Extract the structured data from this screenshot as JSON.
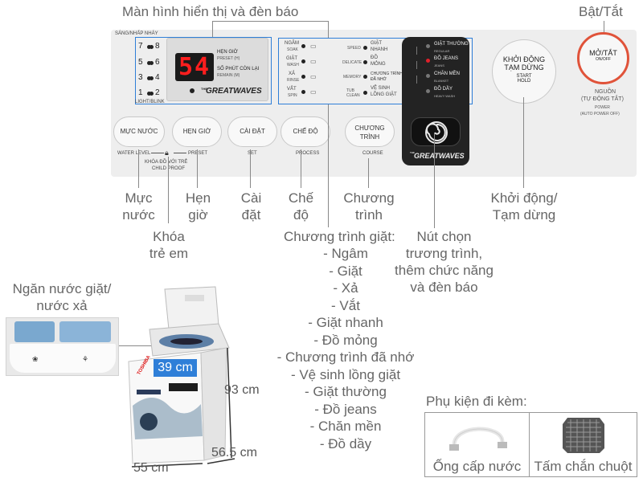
{
  "callouts": {
    "display_lights": "Màn hình hiển thị và đèn báo",
    "power": "Bật/Tắt",
    "water_level": [
      "Mực",
      "nước"
    ],
    "child_lock": [
      "Khóa",
      "trẻ em"
    ],
    "preset": [
      "Hẹn",
      "giờ"
    ],
    "setting": [
      "Cài",
      "đặt"
    ],
    "process": [
      "Chế",
      "độ"
    ],
    "course": [
      "Chương",
      "trình"
    ],
    "start_pause": [
      "Khởi động/",
      "Tạm dừng"
    ],
    "selector_knob": [
      "Nút chọn",
      "trương trình,",
      "thêm chức năng",
      "và đèn báo"
    ],
    "programs_title": "Chương trình giặt:",
    "programs": [
      "- Ngâm",
      "- Giặt",
      "- Xả",
      "- Vắt",
      "- Giặt nhanh",
      "- Đồ mỏng",
      "- Chương trình đã nhớ",
      "- Vệ sinh lồng giặt",
      "- Giặt thường",
      "- Đồ jeans",
      "- Chăn mền",
      "- Đồ dầy"
    ],
    "detergent_drawer": [
      "Ngăn nước giặt/",
      "nước xả"
    ],
    "accessories_title": "Phụ kiện đi kèm:"
  },
  "panel": {
    "level_header": "SÁNG/NHẤP NHÁY",
    "level_footer": "LIGHT/BLINK",
    "level_numbers": [
      [
        "7",
        "8"
      ],
      [
        "5",
        "6"
      ],
      [
        "3",
        "4"
      ],
      [
        "1",
        "2"
      ]
    ],
    "display_value": "54",
    "display_preset": "HẸN GIỜ",
    "display_preset_sub": "PRESET (H)",
    "display_remain": "SỐ PHÚT CÒN LẠI",
    "display_remain_sub": "REMAIN (M)",
    "logo_the": "THE",
    "logo": "GREATWAVES",
    "prog_left": [
      {
        "vi": "NGÂM",
        "en": "SOAK"
      },
      {
        "vi": "GIẶT",
        "en": "WASH"
      },
      {
        "vi": "XẢ",
        "en": "RINSE"
      },
      {
        "vi": "VẮT",
        "en": "SPIN"
      }
    ],
    "prog_right": [
      {
        "en": "SPEED",
        "vi": [
          "GIẶT",
          "NHANH"
        ]
      },
      {
        "en": "DELICATE",
        "vi": [
          "ĐỒ",
          "MỎNG"
        ]
      },
      {
        "en": "MEMORY",
        "vi": [
          "CHƯƠNG TRÌNH",
          "ĐÃ NHỚ"
        ]
      },
      {
        "en": "TUB CLEAN",
        "vi": [
          "VỆ SINH",
          "LỒNG GIẶT"
        ]
      }
    ],
    "dark_items": [
      {
        "vi": "GIẶT THƯỜNG",
        "en": "REGULAR"
      },
      {
        "vi": "ĐỒ JEANS",
        "en": "JEANS"
      },
      {
        "vi": "CHĂN MỀN",
        "en": "BLANKET"
      },
      {
        "vi": "ĐỒ DẦY",
        "en": "HEAVY WASH"
      }
    ],
    "buttons": {
      "water_level": "MỰC NƯỚC",
      "preset": "HẸN GIỜ",
      "setting": "CÀI ĐẶT",
      "process": "CHẾ ĐỘ",
      "course_1": "CHƯƠNG",
      "course_2": "TRÌNH"
    },
    "button_subs": {
      "water_level": "WATER LEVEL",
      "preset": "PRESET",
      "setting": "SET",
      "process": "PROCESS",
      "course": "COURSE",
      "child_lock_vi": "KHÓA ĐỒ VỚI TRẺ",
      "child_lock_en": "CHILD PROOF"
    },
    "start_btn": {
      "l1": "KHỞI ĐỘNG",
      "l2": "TẠM DỪNG",
      "l3": "START",
      "l4": "HOLD"
    },
    "power_btn": {
      "l1": "MỞ/TẮT",
      "l2": "ON/OFF"
    },
    "power_notes": [
      "NGUỒN",
      "(TỰ ĐỘNG TẮT)",
      "POWER",
      "(AUTO POWER OFF)"
    ]
  },
  "machine": {
    "brand": "TOSHIBA",
    "depth": "39 cm",
    "height": "93 cm",
    "width": "55 cm",
    "depth2": "56.5 cm"
  },
  "accessories": [
    {
      "label": "Ống cấp nước",
      "icon": "hose-icon"
    },
    {
      "label": "Tấm chắn chuột",
      "icon": "rat-guard-icon"
    }
  ],
  "colors": {
    "highlight": "#2f7fd8",
    "display_red": "#ff1e1e",
    "power_ring": "#e0533a"
  }
}
